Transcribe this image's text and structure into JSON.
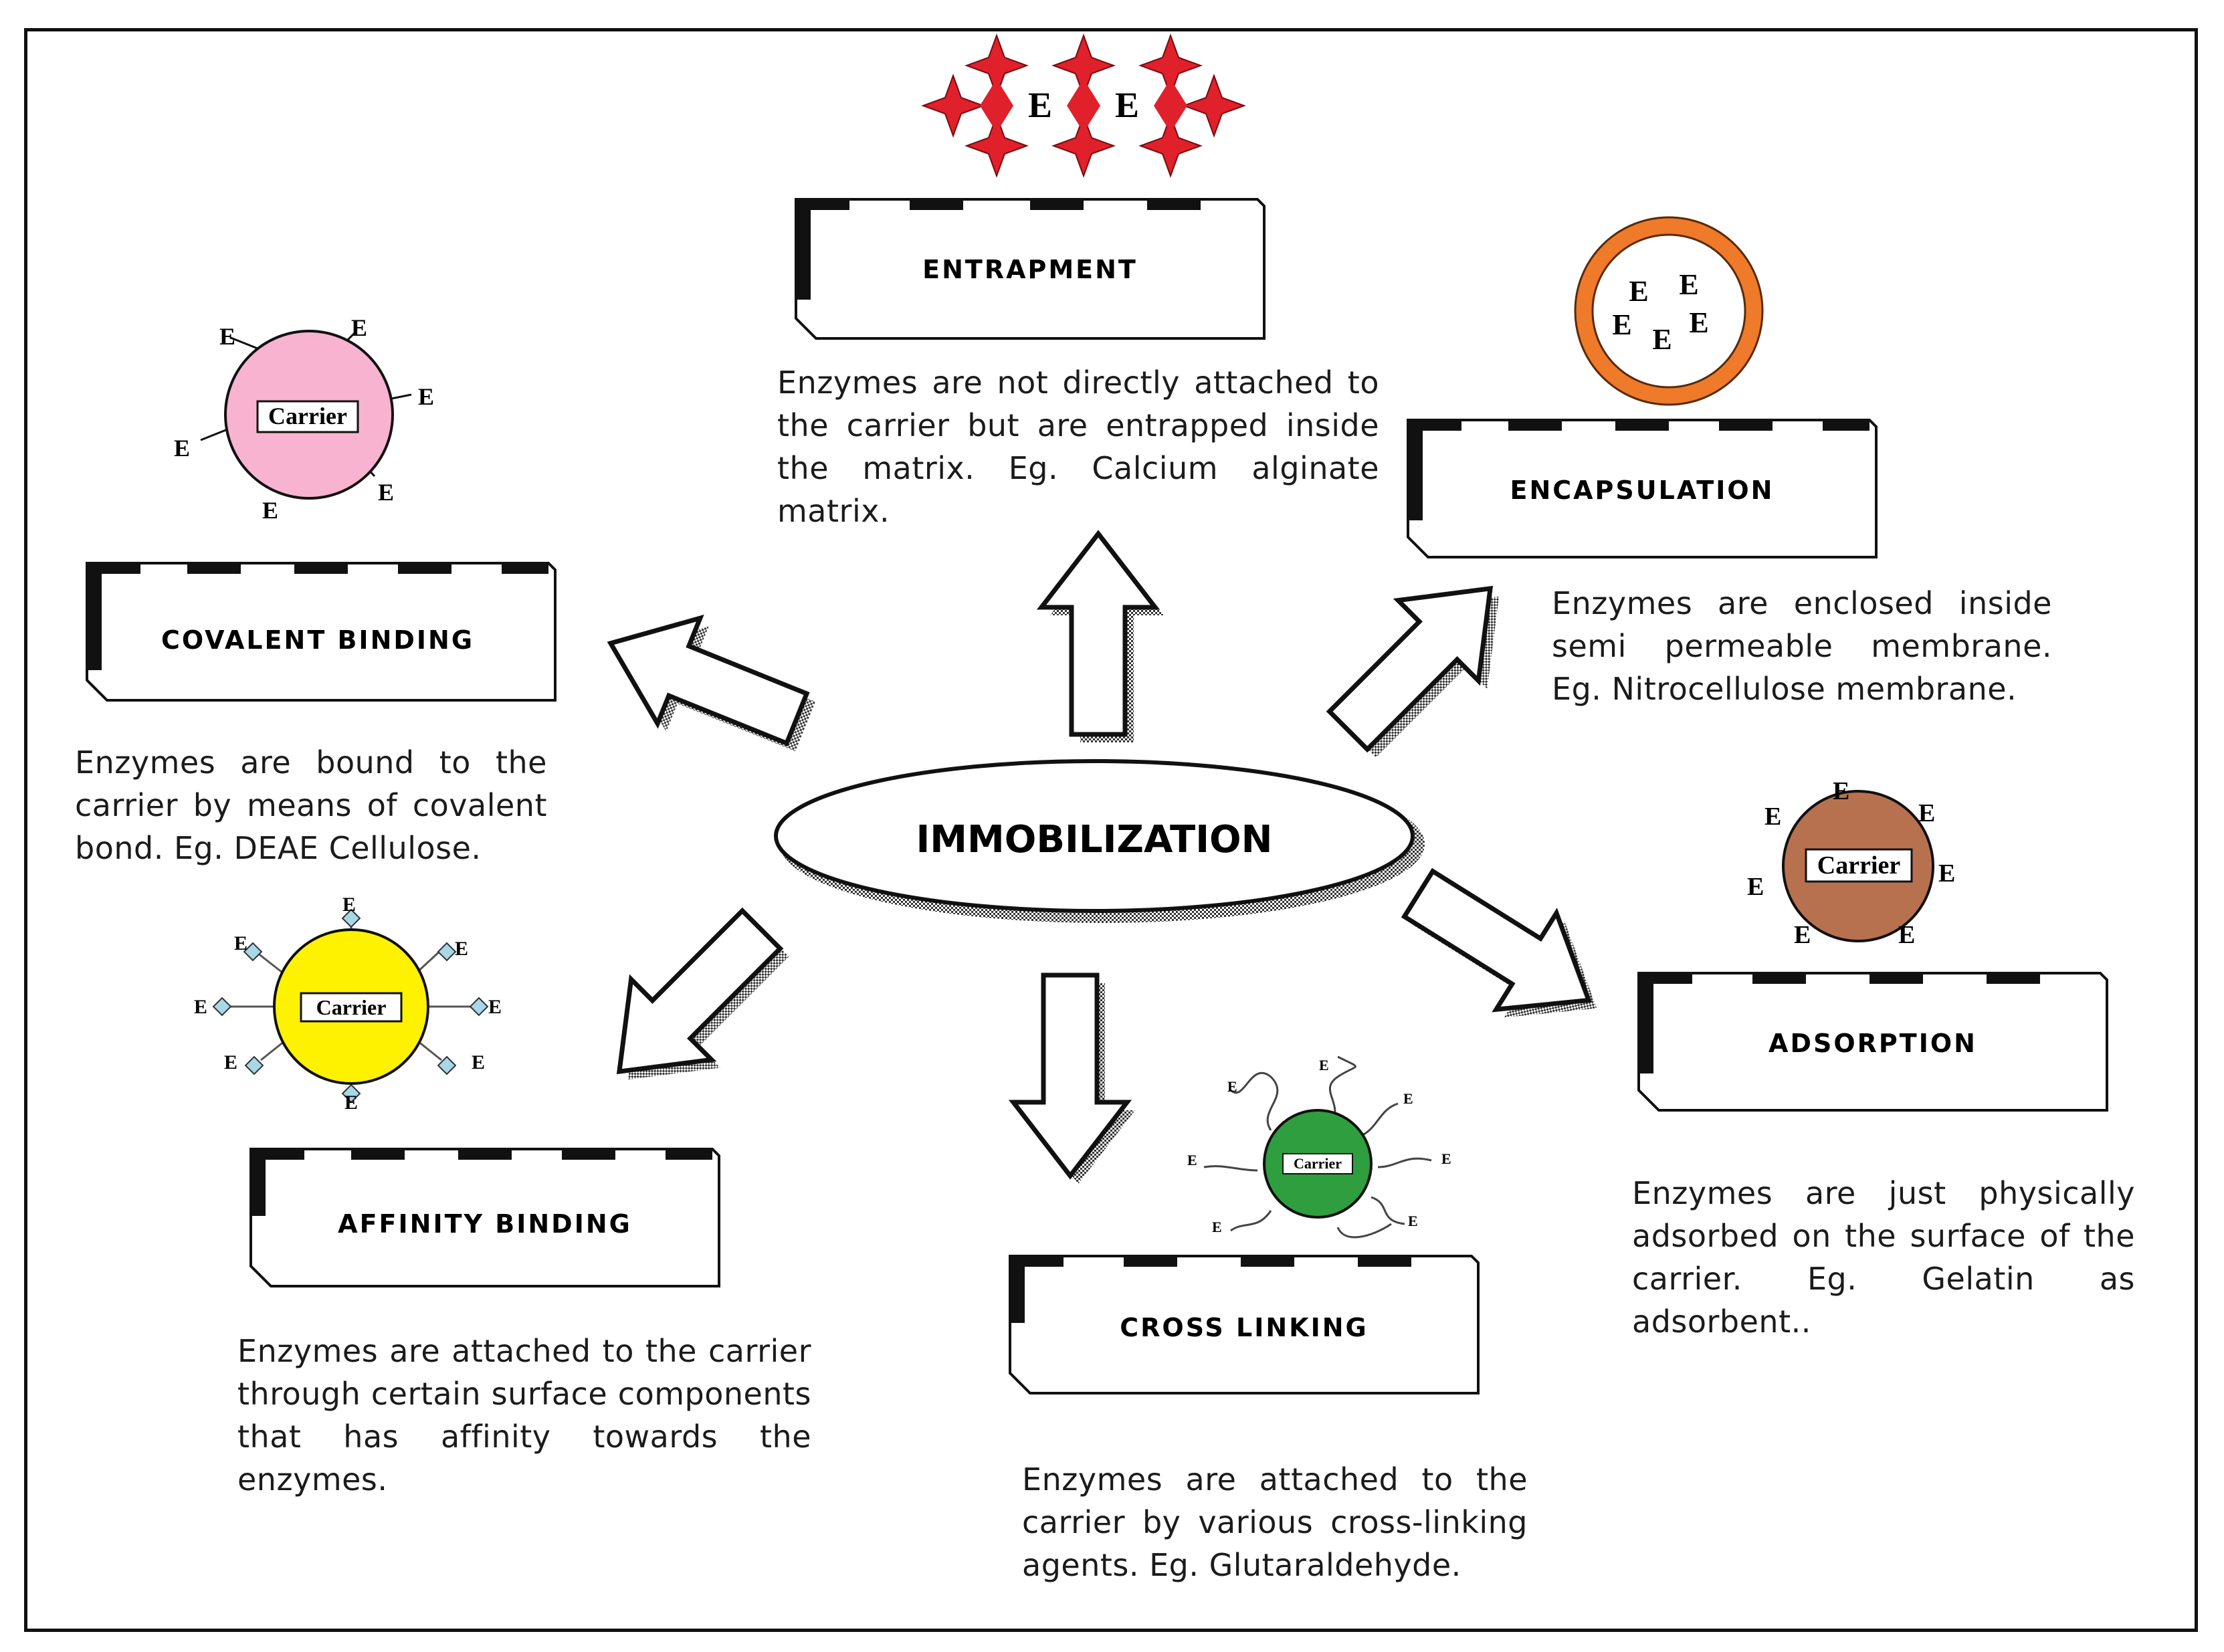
{
  "center": {
    "label": "IMMOBILIZATION"
  },
  "methods": [
    {
      "id": "entrapment",
      "label": "ENTRAPMENT",
      "description": "Enzymes are not directly attached to the carrier but are entrapped inside the matrix. Eg. Calcium alginate matrix."
    },
    {
      "id": "encapsulation",
      "label": "ENCAPSULATION",
      "description": "Enzymes are enclosed inside semi permeable membrane. Eg. Nitrocellulose membrane."
    },
    {
      "id": "adsorption",
      "label": "ADSORPTION",
      "description": "Enzymes are just physically adsorbed on the surface of the carrier. Eg. Gelatin as adsorbent.."
    },
    {
      "id": "cross-linking",
      "label": "CROSS LINKING",
      "description": "Enzymes are attached to the carrier by various cross-linking agents. Eg. Glutaraldehyde."
    },
    {
      "id": "affinity-binding",
      "label": "AFFINITY BINDING",
      "description": "Enzymes are attached to the carrier through certain surface components that has affinity towards the enzymes."
    },
    {
      "id": "covalent-binding",
      "label": "COVALENT BINDING",
      "description": "Enzymes are bound to the carrier by means of covalent bond. Eg. DEAE Cellulose."
    }
  ],
  "symbols": {
    "enzyme": "E",
    "carrier": "Carrier"
  },
  "colors": {
    "covalent_carrier": "#f7b3cf",
    "affinity_carrier": "#fff200",
    "adsorption_carrier": "#b8714e",
    "crosslink_carrier": "#2e9e3f",
    "encapsulation_ring": "#ee7a2a",
    "entrapment_star": "#e0202a",
    "affinity_linker": "#a8d8e8"
  }
}
